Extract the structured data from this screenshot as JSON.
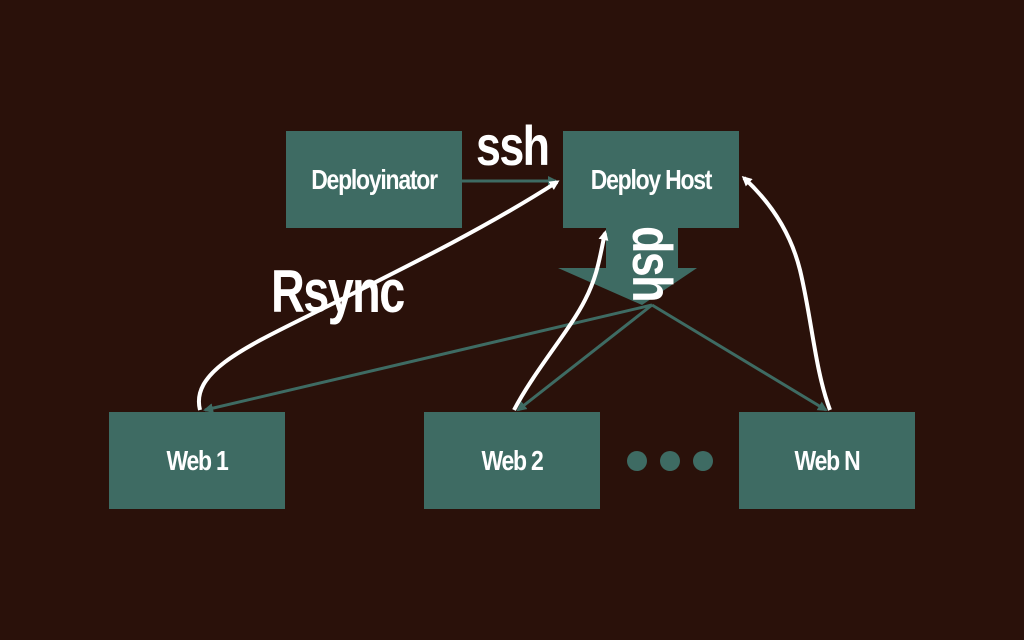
{
  "colors": {
    "background": "#2a110a",
    "box": "#3e6b63",
    "line": "#3e6b63",
    "arrow": "#ffffff",
    "text": "#ffffff"
  },
  "nodes": {
    "deployinator": "Deployinator",
    "deploy_host": "Deploy Host",
    "web1": "Web 1",
    "web2": "Web 2",
    "webn": "Web N"
  },
  "edge_labels": {
    "ssh": "ssh",
    "dsh": "dsh",
    "rsync": "Rsync"
  }
}
